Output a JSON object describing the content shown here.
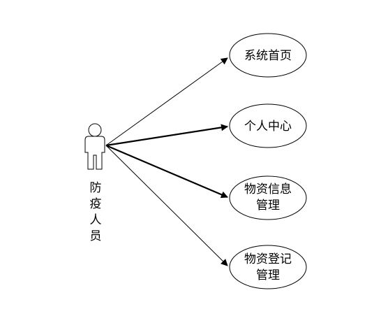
{
  "actor": {
    "name_lines": [
      "防",
      "疫",
      "人",
      "员"
    ]
  },
  "use_cases": [
    {
      "lines": [
        "系统首页"
      ]
    },
    {
      "lines": [
        "个人中心"
      ]
    },
    {
      "lines": [
        "物资信息",
        "管理"
      ]
    },
    {
      "lines": [
        "物资登记",
        "管理"
      ]
    }
  ],
  "colors": {
    "stroke": "#000000",
    "background": "#ffffff"
  }
}
